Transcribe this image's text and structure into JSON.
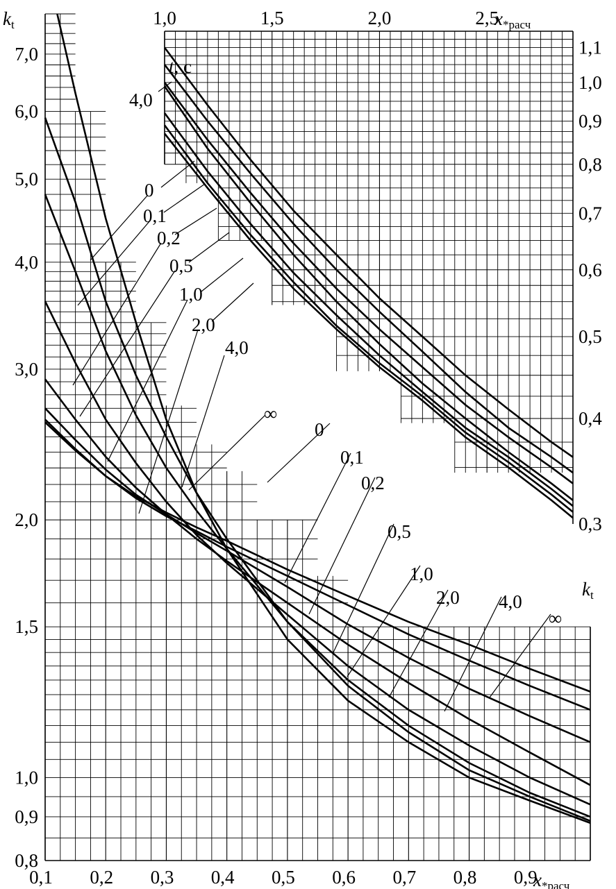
{
  "chart_data": [
    {
      "name": "lower",
      "type": "line",
      "x_axis": {
        "label": "x",
        "label_sub": "*расч",
        "range": [
          0.1,
          1.0
        ],
        "ticks": [
          "0,1",
          "0,2",
          "0,3",
          "0,4",
          "0,5",
          "0,6",
          "0,7",
          "0,8",
          "0,9"
        ]
      },
      "y_axis": {
        "label": "k",
        "label_sub": "t",
        "scale": "log",
        "range": [
          0.8,
          7.8
        ],
        "ticks": [
          "0,8",
          "0,9",
          "1,0",
          "1,5",
          "2,0",
          "3,0",
          "4,0",
          "5,0",
          "6,0",
          "7,0"
        ]
      },
      "grid": true,
      "series": [
        {
          "name": "0",
          "x": [
            0.12,
            0.15,
            0.2,
            0.25,
            0.3,
            0.35,
            0.4,
            0.5,
            0.6,
            0.7,
            0.8,
            0.9,
            1.0
          ],
          "y": [
            7.8,
            6.3,
            4.5,
            3.4,
            2.62,
            2.15,
            1.85,
            1.45,
            1.23,
            1.1,
            1.0,
            0.94,
            0.885
          ]
        },
        {
          "name": "0,1",
          "x": [
            0.1,
            0.15,
            0.2,
            0.25,
            0.3,
            0.35,
            0.4,
            0.5,
            0.6,
            0.7,
            0.8,
            0.9,
            1.0
          ],
          "y": [
            5.9,
            4.7,
            3.6,
            2.95,
            2.5,
            2.15,
            1.9,
            1.52,
            1.28,
            1.13,
            1.02,
            0.95,
            0.89
          ]
        },
        {
          "name": "0,2",
          "x": [
            0.1,
            0.15,
            0.2,
            0.25,
            0.3,
            0.35,
            0.4,
            0.5,
            0.6,
            0.7,
            0.8,
            0.9,
            1.0
          ],
          "y": [
            4.8,
            3.9,
            3.15,
            2.65,
            2.3,
            2.05,
            1.85,
            1.52,
            1.3,
            1.15,
            1.04,
            0.96,
            0.9
          ]
        },
        {
          "name": "0,5",
          "x": [
            0.1,
            0.15,
            0.2,
            0.25,
            0.3,
            0.35,
            0.4,
            0.5,
            0.6,
            0.7,
            0.8,
            0.9,
            1.0
          ],
          "y": [
            3.6,
            3.05,
            2.62,
            2.33,
            2.1,
            1.92,
            1.78,
            1.55,
            1.35,
            1.2,
            1.09,
            1.0,
            0.93
          ]
        },
        {
          "name": "1,0",
          "x": [
            0.1,
            0.15,
            0.2,
            0.25,
            0.3,
            0.35,
            0.4,
            0.5,
            0.6,
            0.7,
            0.8,
            0.9,
            1.0
          ],
          "y": [
            2.92,
            2.62,
            2.37,
            2.18,
            2.03,
            1.9,
            1.79,
            1.6,
            1.43,
            1.29,
            1.17,
            1.07,
            0.98
          ]
        },
        {
          "name": "2,0",
          "x": [
            0.1,
            0.15,
            0.2,
            0.25,
            0.3,
            0.35,
            0.4,
            0.5,
            0.6,
            0.7,
            0.8,
            0.9,
            1.0
          ],
          "y": [
            2.7,
            2.48,
            2.29,
            2.14,
            2.03,
            1.93,
            1.84,
            1.67,
            1.51,
            1.38,
            1.27,
            1.18,
            1.1
          ]
        },
        {
          "name": "4,0",
          "x": [
            0.1,
            0.15,
            0.2,
            0.25,
            0.3,
            0.35,
            0.4,
            0.5,
            0.6,
            0.7,
            0.8,
            0.9,
            1.0
          ],
          "y": [
            2.62,
            2.42,
            2.25,
            2.12,
            2.02,
            1.94,
            1.86,
            1.72,
            1.59,
            1.47,
            1.37,
            1.28,
            1.2
          ]
        },
        {
          "name": "∞",
          "x": [
            0.1,
            0.15,
            0.2,
            0.25,
            0.3,
            0.35,
            0.4,
            0.5,
            0.6,
            0.7,
            0.8,
            0.9,
            1.0
          ],
          "y": [
            2.6,
            2.41,
            2.25,
            2.13,
            2.04,
            1.96,
            1.89,
            1.75,
            1.63,
            1.52,
            1.43,
            1.34,
            1.26
          ]
        }
      ],
      "series_labels": [
        "0",
        "0,1",
        "0,2",
        "0,5",
        "1,0",
        "2,0",
        "4,0",
        "∞",
        "0",
        "0,1",
        "0,2",
        "0,5",
        "1,0",
        "2,0",
        "4,0",
        "∞"
      ]
    },
    {
      "name": "upper",
      "type": "line",
      "x_axis": {
        "label": "x",
        "label_sub": "*расч",
        "range": [
          1.0,
          2.9
        ],
        "ticks": [
          "1,0",
          "1,5",
          "2,0",
          "2,5"
        ]
      },
      "y_axis": {
        "label": "k",
        "label_sub": "t",
        "scale": "log",
        "range": [
          0.3,
          1.15
        ],
        "ticks": [
          "0,3",
          "0,4",
          "0,5",
          "0,6",
          "0,7",
          "0,8",
          "0,9",
          "1,0",
          "1,1"
        ]
      },
      "y_axis_left_label": {
        "text": "t, с"
      },
      "grid": true,
      "series": [
        {
          "name": "0",
          "x": [
            1.0,
            1.2,
            1.4,
            1.6,
            1.8,
            2.0,
            2.2,
            2.4,
            2.6,
            2.8,
            2.9
          ],
          "y": [
            0.87,
            0.75,
            0.65,
            0.57,
            0.51,
            0.46,
            0.42,
            0.38,
            0.35,
            0.32,
            0.305
          ]
        },
        {
          "name": "0,1",
          "x": [
            1.0,
            1.2,
            1.4,
            1.6,
            1.8,
            2.0,
            2.2,
            2.4,
            2.6,
            2.8,
            2.9
          ],
          "y": [
            0.89,
            0.76,
            0.66,
            0.58,
            0.515,
            0.465,
            0.425,
            0.385,
            0.355,
            0.325,
            0.31
          ]
        },
        {
          "name": "0,2",
          "x": [
            1.0,
            1.2,
            1.4,
            1.6,
            1.8,
            2.0,
            2.2,
            2.4,
            2.6,
            2.8,
            2.9
          ],
          "y": [
            0.92,
            0.785,
            0.68,
            0.595,
            0.53,
            0.475,
            0.43,
            0.39,
            0.36,
            0.33,
            0.315
          ]
        },
        {
          "name": "0,5",
          "x": [
            1.0,
            1.2,
            1.4,
            1.6,
            1.8,
            2.0,
            2.2,
            2.4,
            2.6,
            2.8,
            2.9
          ],
          "y": [
            0.99,
            0.835,
            0.72,
            0.625,
            0.55,
            0.49,
            0.44,
            0.4,
            0.365,
            0.335,
            0.32
          ]
        },
        {
          "name": "1,0",
          "x": [
            1.0,
            1.2,
            1.4,
            1.6,
            1.8,
            2.0,
            2.2,
            2.4,
            2.6,
            2.8,
            2.9
          ],
          "y": [
            1.0,
            0.855,
            0.74,
            0.645,
            0.57,
            0.51,
            0.46,
            0.415,
            0.38,
            0.35,
            0.335
          ]
        },
        {
          "name": "2,0",
          "x": [
            1.0,
            1.2,
            1.4,
            1.6,
            1.8,
            2.0,
            2.2,
            2.4,
            2.6,
            2.8,
            2.9
          ],
          "y": [
            1.05,
            0.9,
            0.78,
            0.68,
            0.6,
            0.535,
            0.48,
            0.43,
            0.39,
            0.36,
            0.345
          ]
        },
        {
          "name": "4,0",
          "x": [
            1.0,
            1.2,
            1.4,
            1.6,
            1.8,
            2.0,
            2.2,
            2.4,
            2.6,
            2.8,
            2.9
          ],
          "y": [
            1.1,
            0.94,
            0.81,
            0.705,
            0.625,
            0.555,
            0.5,
            0.45,
            0.41,
            0.375,
            0.36
          ]
        }
      ],
      "series_labels": [
        "0",
        "0,1",
        "0,2",
        "0,5",
        "1,0",
        "2,0",
        "4,0"
      ]
    }
  ]
}
